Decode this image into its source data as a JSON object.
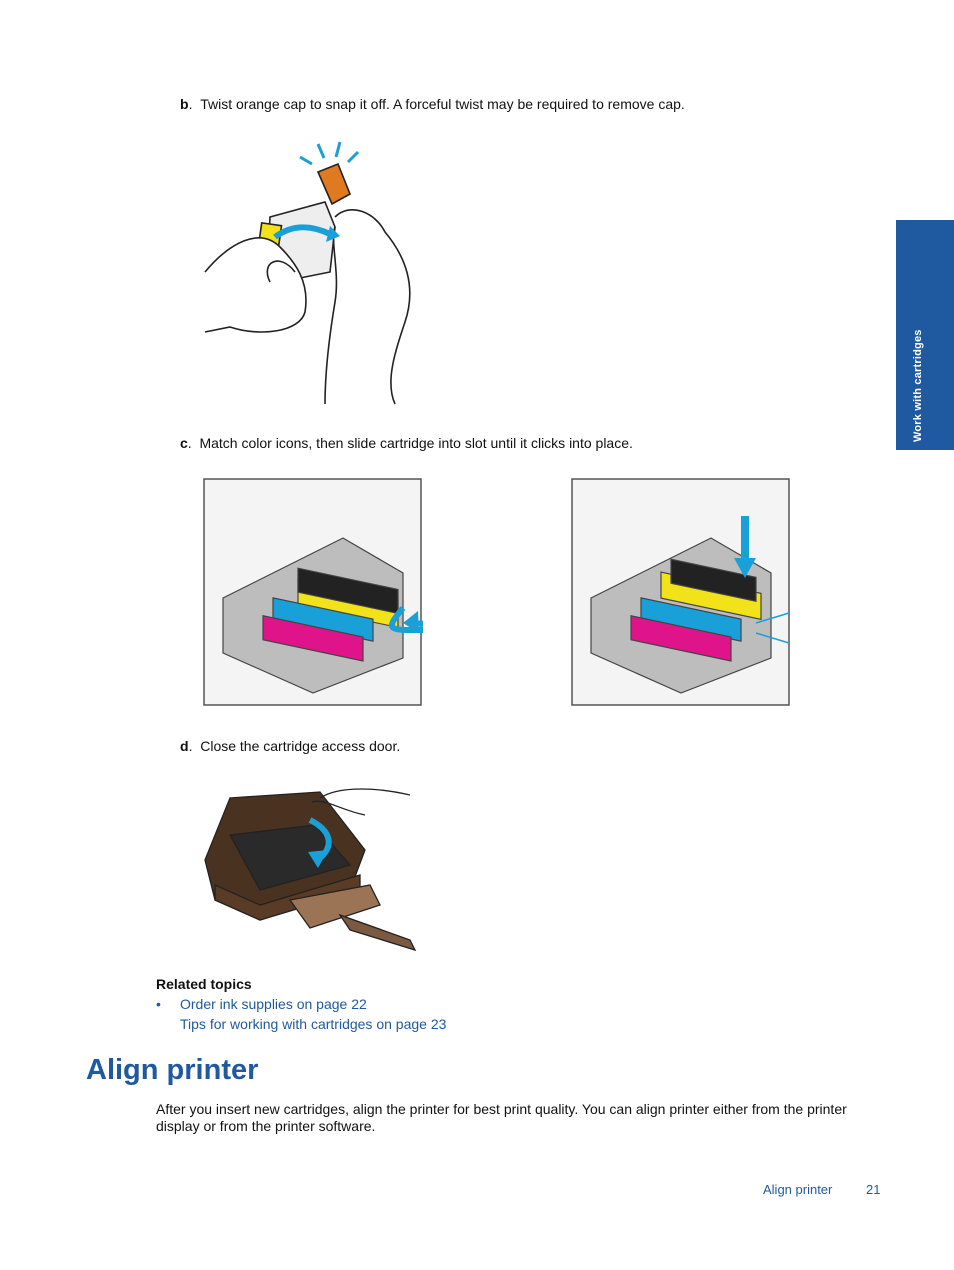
{
  "side_tab": {
    "label": "Work with cartridges"
  },
  "steps": {
    "b": {
      "letter": "b",
      "text": "Twist orange cap to snap it off. A forceful twist may be required to remove cap."
    },
    "c": {
      "letter": "c",
      "text": "Match color icons, then slide cartridge into slot until it clicks into place."
    },
    "d": {
      "letter": "d",
      "text": "Close the cartridge access door."
    }
  },
  "related": {
    "title": "Related topics",
    "bullet": "•",
    "links": [
      "Order ink supplies on page 22",
      "Tips for working with cartridges on page 23"
    ]
  },
  "section": {
    "heading": "Align printer",
    "body": "After you insert new cartridges, align the printer for best print quality. You can align printer either from the printer display or from the printer software."
  },
  "footer": {
    "section": "Align printer",
    "page": "21"
  },
  "colors": {
    "accent": "#1f5aa0",
    "cap": "#e07a20",
    "arrow": "#1aa0d8"
  }
}
